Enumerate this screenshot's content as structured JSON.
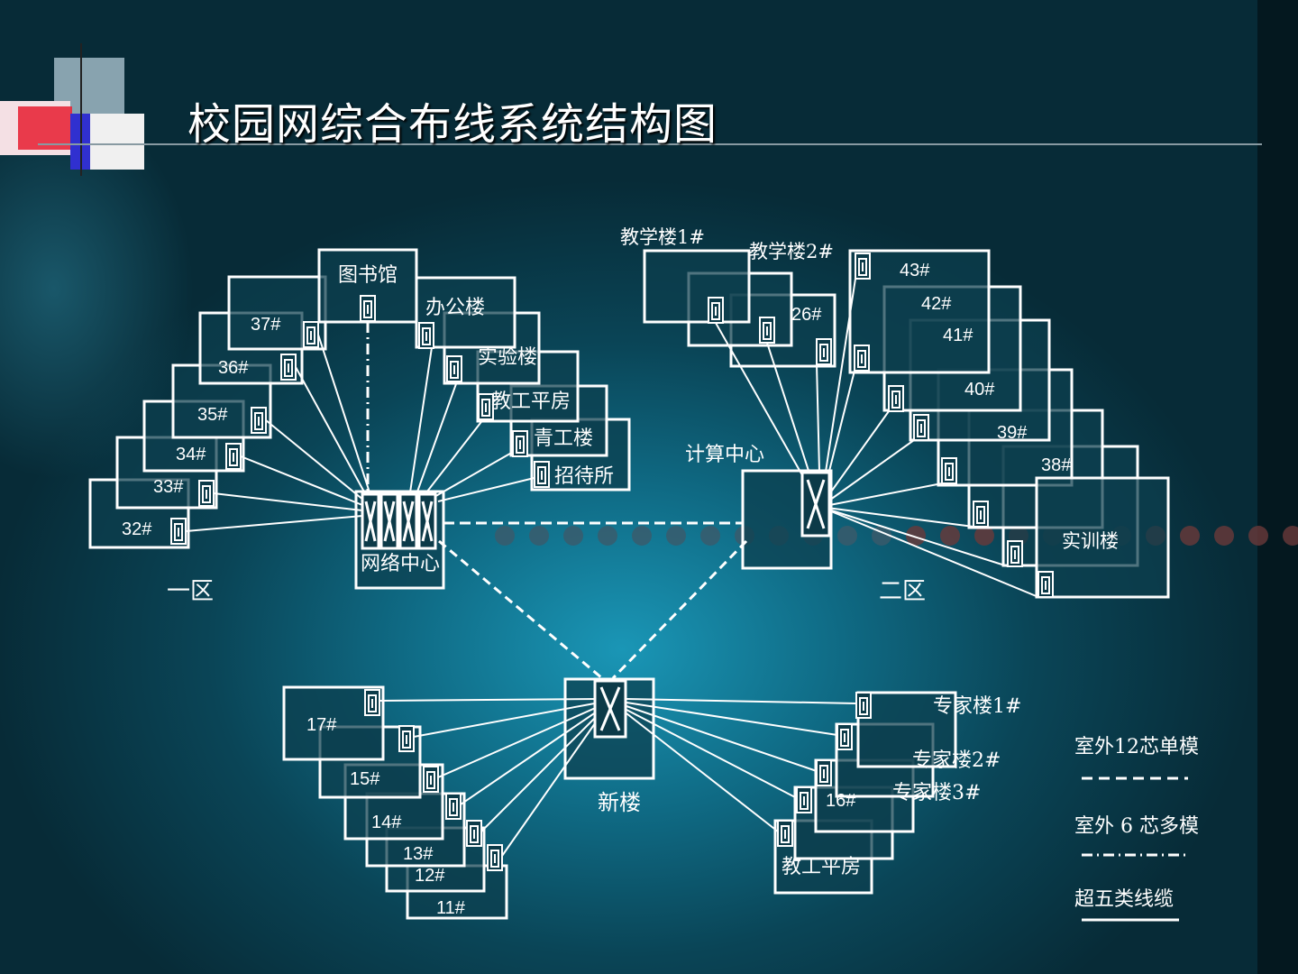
{
  "title": "校园网综合布线系统结构图",
  "zone1": {
    "label": "一区",
    "hub_label": "网络中心",
    "buildings": [
      "32#",
      "33#",
      "34#",
      "35#",
      "36#",
      "37#",
      "图书馆",
      "办公楼",
      "实验楼",
      "教工平房",
      "青工楼",
      "招待所"
    ]
  },
  "zone2": {
    "label": "二区",
    "hub_label": "计算中心",
    "buildings": [
      "教学楼1#",
      "教学楼2#",
      "26#",
      "43#",
      "42#",
      "41#",
      "40#",
      "39#",
      "38#",
      "实训楼"
    ]
  },
  "zone3": {
    "hub_label": "新楼",
    "buildings": [
      "17#",
      "15#",
      "14#",
      "13#",
      "12#",
      "11#",
      "专家楼1#",
      "专家楼2#",
      "专家楼3#",
      "16#",
      "教工平房"
    ]
  },
  "legend": [
    {
      "label": "室外12芯单模",
      "style": "dashed"
    },
    {
      "label": "室外 6 芯多模",
      "style": "dash-dot"
    },
    {
      "label": "超五类线缆",
      "style": "solid"
    }
  ],
  "colors": {
    "line": "#ffffff",
    "background": "#0f6a84"
  }
}
